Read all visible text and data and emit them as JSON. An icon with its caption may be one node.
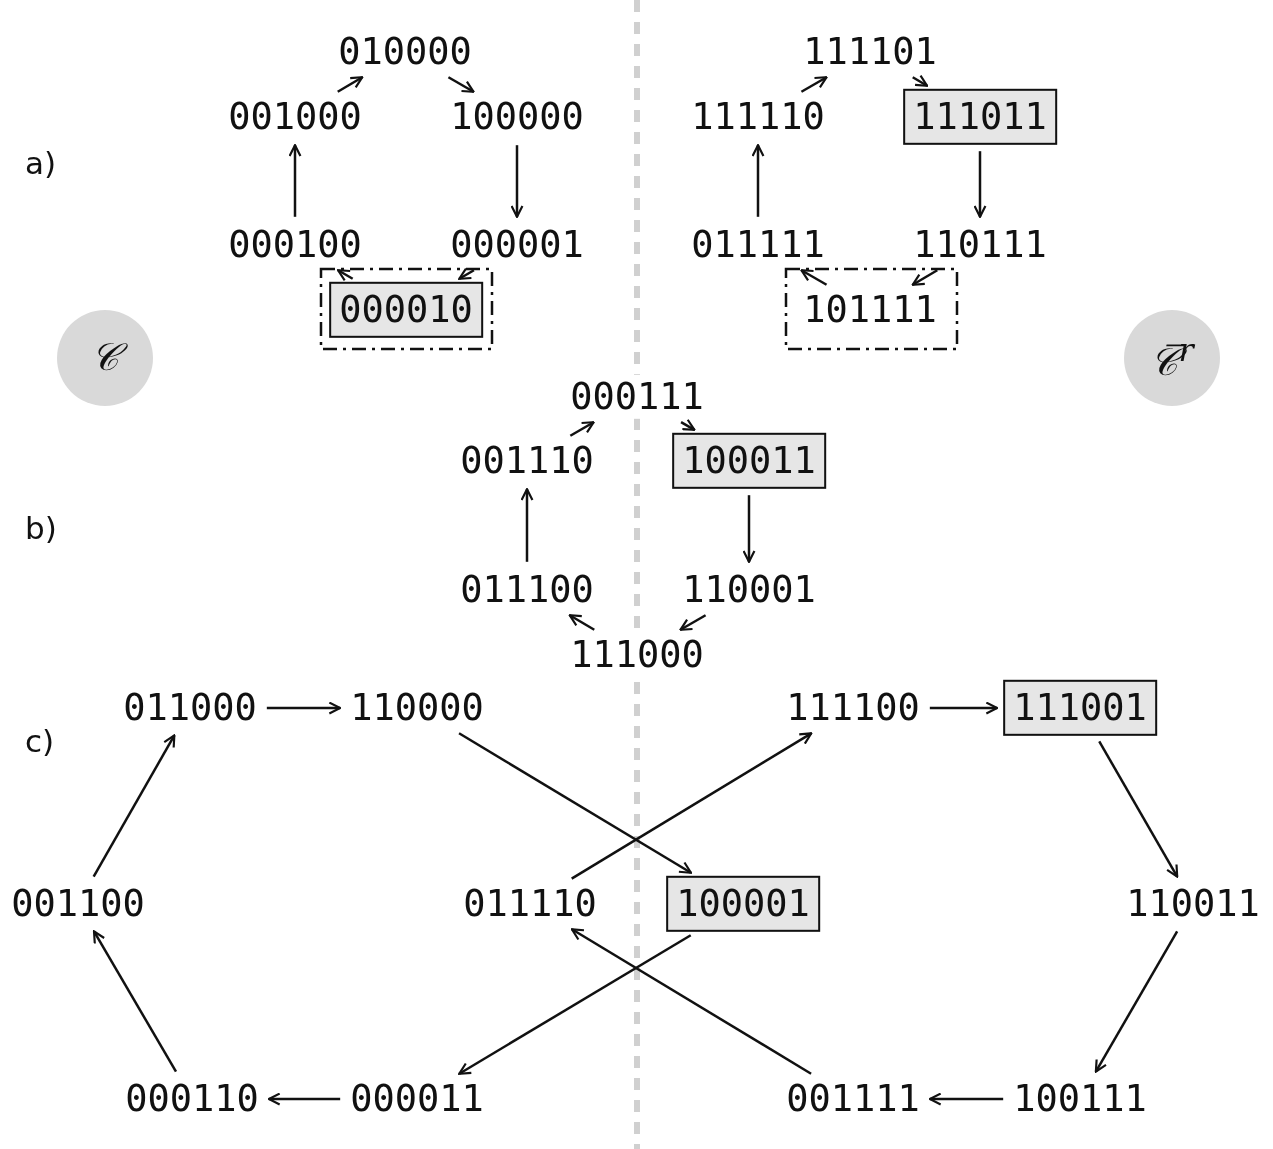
{
  "diagram": {
    "nodes": [
      {
        "text": [
          "010000"
        ]
      },
      {
        "text": [
          "001000"
        ]
      },
      {
        "text": [
          "100000"
        ]
      },
      {
        "text": [
          "000100"
        ]
      },
      {
        "text": [
          "000001"
        ]
      },
      {
        "text": [],
        "shape": "box"
      },
      {
        "text": [
          "000010"
        ],
        "in": 5
      },
      {
        "text": [
          "111101"
        ]
      },
      {
        "text": [
          "111110"
        ]
      },
      {
        "text": [
          "111011"
        ]
      },
      {
        "text": [
          "011111"
        ]
      },
      {
        "text": [
          "110111"
        ]
      },
      {
        "text": [],
        "shape": "box"
      },
      {
        "text": [
          "101111"
        ],
        "in": 12
      },
      {
        "text": [
          "𝒞"
        ]
      },
      {
        "text": [
          "𝒞̅$^{r}$"
        ]
      },
      {
        "text": [
          "000111"
        ]
      },
      {
        "text": [
          "001110"
        ]
      },
      {
        "text": [
          "100011"
        ]
      },
      {
        "text": [
          "011100"
        ]
      },
      {
        "text": [
          "110001"
        ]
      },
      {
        "text": [
          "111000"
        ]
      },
      {
        "text": [
          "011000"
        ]
      },
      {
        "text": [
          "110000"
        ]
      },
      {
        "text": [
          "111100"
        ]
      },
      {
        "text": [
          "111001"
        ]
      },
      {
        "text": [
          "001100"
        ]
      },
      {
        "text": [
          "011110"
        ]
      },
      {
        "text": [
          "100001"
        ]
      },
      {
        "text": [
          "110011"
        ]
      },
      {
        "text": [
          "000110"
        ]
      },
      {
        "text": [
          "000011"
        ]
      },
      {
        "text": [
          "001111"
        ]
      },
      {
        "text": [
          "100111"
        ]
      }
    ],
    "edges": [
      {
        "from": 1,
        "to": 0,
        "arrow": "to"
      },
      {
        "from": 0,
        "to": 2,
        "arrow": "to"
      },
      {
        "from": 2,
        "to": 4,
        "arrow": "to"
      },
      {
        "from": 4,
        "to": 6,
        "arrow": "to"
      },
      {
        "from": 6,
        "to": 3,
        "arrow": "to"
      },
      {
        "from": 3,
        "to": 1,
        "arrow": "to"
      },
      {
        "from": 8,
        "to": 7,
        "arrow": "to"
      },
      {
        "from": 7,
        "to": 9,
        "arrow": "to"
      },
      {
        "from": 9,
        "to": 11,
        "arrow": "to"
      },
      {
        "from": 11,
        "to": 13,
        "arrow": "to"
      },
      {
        "from": 13,
        "to": 10,
        "arrow": "to"
      },
      {
        "from": 10,
        "to": 8,
        "arrow": "to"
      },
      {
        "from": 17,
        "to": 16,
        "arrow": "to"
      },
      {
        "from": 16,
        "to": 18,
        "arrow": "to"
      },
      {
        "from": 18,
        "to": 20,
        "arrow": "to"
      },
      {
        "from": 20,
        "to": 21,
        "arrow": "to"
      },
      {
        "from": 21,
        "to": 19,
        "arrow": "to"
      },
      {
        "from": 19,
        "to": 17,
        "arrow": "to"
      },
      {
        "from": 22,
        "to": 23,
        "arrow": "to"
      },
      {
        "from": 23,
        "to": 28,
        "arrow": "to"
      },
      {
        "from": 28,
        "to": 31,
        "arrow": "to"
      },
      {
        "from": 31,
        "to": 30,
        "arrow": "to"
      },
      {
        "from": 30,
        "to": 26,
        "arrow": "to"
      },
      {
        "from": 26,
        "to": 22,
        "arrow": "to"
      },
      {
        "from": 24,
        "to": 25,
        "arrow": "to"
      },
      {
        "from": 25,
        "to": 29,
        "arrow": "to"
      },
      {
        "from": 29,
        "to": 33,
        "arrow": "to"
      },
      {
        "from": 33,
        "to": 32,
        "arrow": "to"
      },
      {
        "from": 32,
        "to": 27,
        "arrow": "to"
      },
      {
        "from": 27,
        "to": 24,
        "arrow": "to"
      }
    ],
    "labels": [
      "a)",
      "b)",
      "c)"
    ]
  }
}
